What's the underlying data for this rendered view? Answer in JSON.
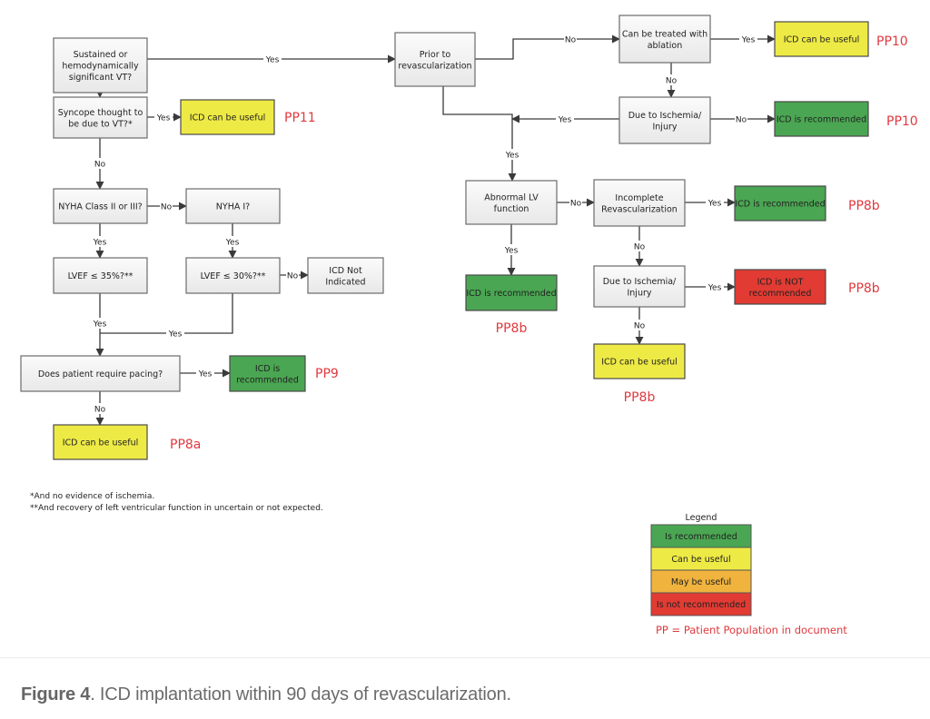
{
  "colors": {
    "neutral": "#f2f2f2",
    "recommended": "#4aa652",
    "can_be_useful": "#eeea45",
    "may_be_useful": "#f0b33e",
    "not_recommended": "#e23b33",
    "pp_label": "#e0393e",
    "line": "#3a3a3a"
  },
  "nodes": [
    {
      "id": "sustained_vt",
      "lines": [
        "Sustained or",
        "hemodynamically",
        "significant VT?"
      ],
      "kind": "neutral"
    },
    {
      "id": "syncope",
      "lines": [
        "Syncope thought to",
        "be due to VT?*"
      ],
      "kind": "neutral"
    },
    {
      "id": "syncope_icd",
      "lines": [
        "ICD can be useful"
      ],
      "kind": "can_be_useful",
      "pp": "PP11"
    },
    {
      "id": "nyha_2_3",
      "lines": [
        "NYHA Class II or III?"
      ],
      "kind": "neutral"
    },
    {
      "id": "nyha_1",
      "lines": [
        "NYHA I?"
      ],
      "kind": "neutral"
    },
    {
      "id": "lvef_35",
      "lines": [
        "LVEF ≤ 35%?**"
      ],
      "kind": "neutral"
    },
    {
      "id": "lvef_30",
      "lines": [
        "LVEF ≤ 30%?**"
      ],
      "kind": "neutral"
    },
    {
      "id": "icd_not_indicated",
      "lines": [
        "ICD Not",
        "Indicated"
      ],
      "kind": "neutral"
    },
    {
      "id": "pacing",
      "lines": [
        "Does patient require pacing?"
      ],
      "kind": "neutral"
    },
    {
      "id": "pacing_icd",
      "lines": [
        "ICD is",
        "recommended"
      ],
      "kind": "recommended",
      "pp": "PP9"
    },
    {
      "id": "pp8a_icd",
      "lines": [
        "ICD can be useful"
      ],
      "kind": "can_be_useful",
      "pp": "PP8a"
    },
    {
      "id": "prior_revasc",
      "lines": [
        "Prior to",
        "revascularization"
      ],
      "kind": "neutral"
    },
    {
      "id": "ablation",
      "lines": [
        "Can be treated with",
        "ablation"
      ],
      "kind": "neutral"
    },
    {
      "id": "ablation_icd",
      "lines": [
        "ICD can be useful"
      ],
      "kind": "can_be_useful",
      "pp": "PP10"
    },
    {
      "id": "ischemia_1",
      "lines": [
        "Due to Ischemia/",
        "Injury"
      ],
      "kind": "neutral"
    },
    {
      "id": "ischemia_1_icd",
      "lines": [
        "ICD is recommended"
      ],
      "kind": "recommended",
      "pp": "PP10"
    },
    {
      "id": "abnormal_lv",
      "lines": [
        "Abnormal LV",
        "function"
      ],
      "kind": "neutral"
    },
    {
      "id": "incomplete_revasc",
      "lines": [
        "Incomplete",
        "Revascularization"
      ],
      "kind": "neutral"
    },
    {
      "id": "incomplete_icd",
      "lines": [
        "ICD is recommended"
      ],
      "kind": "recommended",
      "pp": "PP8b"
    },
    {
      "id": "abnormal_lv_icd",
      "lines": [
        "ICD is recommended"
      ],
      "kind": "recommended",
      "pp": "PP8b"
    },
    {
      "id": "ischemia_2",
      "lines": [
        "Due to Ischemia/",
        "Injury"
      ],
      "kind": "neutral"
    },
    {
      "id": "ischemia_2_icd",
      "lines": [
        "ICD is NOT",
        "recommended"
      ],
      "kind": "not_recommended",
      "pp": "PP8b"
    },
    {
      "id": "ischemia_2_no_icd",
      "lines": [
        "ICD can be useful"
      ],
      "kind": "can_be_useful",
      "pp": "PP8b"
    }
  ],
  "edges": [
    {
      "from": "sustained_vt",
      "to": "prior_revasc",
      "label": "Yes"
    },
    {
      "from": "sustained_vt",
      "to": "syncope",
      "label": "No"
    },
    {
      "from": "syncope",
      "to": "syncope_icd",
      "label": "Yes"
    },
    {
      "from": "syncope",
      "to": "nyha_2_3",
      "label": "No"
    },
    {
      "from": "nyha_2_3",
      "to": "nyha_1",
      "label": "No"
    },
    {
      "from": "nyha_2_3",
      "to": "lvef_35",
      "label": "Yes"
    },
    {
      "from": "nyha_1",
      "to": "lvef_30",
      "label": "Yes"
    },
    {
      "from": "lvef_30",
      "to": "icd_not_indicated",
      "label": "No"
    },
    {
      "from": "lvef_35",
      "to": "pacing",
      "label": "Yes"
    },
    {
      "from": "lvef_30",
      "to": "pacing",
      "label": "Yes"
    },
    {
      "from": "pacing",
      "to": "pacing_icd",
      "label": "Yes"
    },
    {
      "from": "pacing",
      "to": "pp8a_icd",
      "label": "No"
    },
    {
      "from": "prior_revasc",
      "to": "ablation",
      "label": "No"
    },
    {
      "from": "ablation",
      "to": "ablation_icd",
      "label": "Yes"
    },
    {
      "from": "ablation",
      "to": "ischemia_1",
      "label": "No"
    },
    {
      "from": "ischemia_1",
      "to": "ischemia_1_icd",
      "label": "No"
    },
    {
      "from": "ischemia_1",
      "to": "abnormal_lv",
      "label": "Yes"
    },
    {
      "from": "prior_revasc",
      "to": "abnormal_lv",
      "label": "Yes"
    },
    {
      "from": "abnormal_lv",
      "to": "incomplete_revasc",
      "label": "No"
    },
    {
      "from": "abnormal_lv",
      "to": "abnormal_lv_icd",
      "label": "Yes"
    },
    {
      "from": "incomplete_revasc",
      "to": "incomplete_icd",
      "label": "Yes"
    },
    {
      "from": "incomplete_revasc",
      "to": "ischemia_2",
      "label": "No"
    },
    {
      "from": "ischemia_2",
      "to": "ischemia_2_icd",
      "label": "Yes"
    },
    {
      "from": "ischemia_2",
      "to": "ischemia_2_no_icd",
      "label": "No"
    }
  ],
  "footnotes": [
    "*And no evidence of ischemia.",
    "**And recovery of left ventricular function in uncertain or not expected."
  ],
  "legend": {
    "title": "Legend",
    "items": [
      {
        "label": "Is recommended",
        "kind": "recommended"
      },
      {
        "label": "Can be useful",
        "kind": "can_be_useful"
      },
      {
        "label": "May be useful",
        "kind": "may_be_useful"
      },
      {
        "label": "Is not recommended",
        "kind": "not_recommended"
      }
    ],
    "pp_note": "PP = Patient Population in document"
  },
  "caption": {
    "label": "Figure 4",
    "text": ". ICD implantation within 90 days of revascularization."
  }
}
